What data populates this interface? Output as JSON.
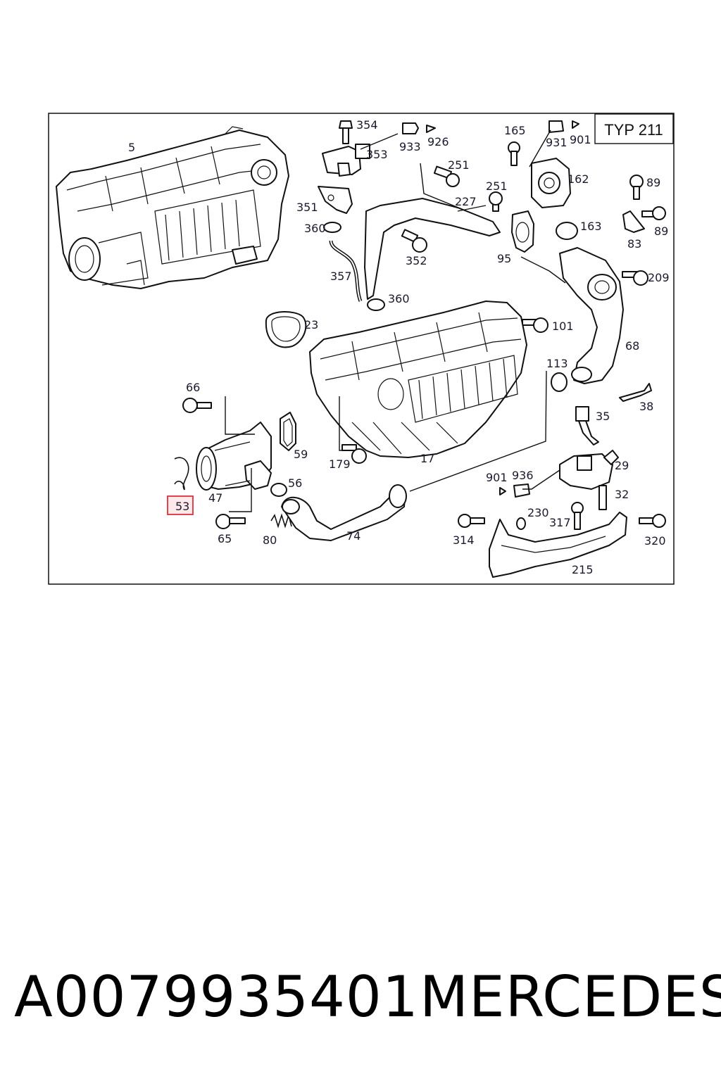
{
  "diagram": {
    "type_label": "TYP 211",
    "callouts": [
      {
        "id": "5",
        "text": "5"
      },
      {
        "id": "354",
        "text": "354"
      },
      {
        "id": "933",
        "text": "933"
      },
      {
        "id": "926",
        "text": "926"
      },
      {
        "id": "353",
        "text": "353"
      },
      {
        "id": "165",
        "text": "165"
      },
      {
        "id": "931",
        "text": "931"
      },
      {
        "id": "901a",
        "text": "901"
      },
      {
        "id": "251a",
        "text": "251"
      },
      {
        "id": "251b",
        "text": "251"
      },
      {
        "id": "162",
        "text": "162"
      },
      {
        "id": "89a",
        "text": "89"
      },
      {
        "id": "89b",
        "text": "89"
      },
      {
        "id": "351",
        "text": "351"
      },
      {
        "id": "227",
        "text": "227"
      },
      {
        "id": "360a",
        "text": "360"
      },
      {
        "id": "163",
        "text": "163"
      },
      {
        "id": "83",
        "text": "83"
      },
      {
        "id": "352",
        "text": "352"
      },
      {
        "id": "95",
        "text": "95"
      },
      {
        "id": "357",
        "text": "357"
      },
      {
        "id": "209",
        "text": "209"
      },
      {
        "id": "360b",
        "text": "360"
      },
      {
        "id": "23",
        "text": "23"
      },
      {
        "id": "101",
        "text": "101"
      },
      {
        "id": "68",
        "text": "68"
      },
      {
        "id": "113",
        "text": "113"
      },
      {
        "id": "66",
        "text": "66"
      },
      {
        "id": "38",
        "text": "38"
      },
      {
        "id": "35",
        "text": "35"
      },
      {
        "id": "59",
        "text": "59"
      },
      {
        "id": "179",
        "text": "179"
      },
      {
        "id": "17",
        "text": "17"
      },
      {
        "id": "29",
        "text": "29"
      },
      {
        "id": "901b",
        "text": "901"
      },
      {
        "id": "936",
        "text": "936"
      },
      {
        "id": "56",
        "text": "56"
      },
      {
        "id": "47",
        "text": "47"
      },
      {
        "id": "53",
        "text": "53"
      },
      {
        "id": "32",
        "text": "32"
      },
      {
        "id": "230",
        "text": "230"
      },
      {
        "id": "317",
        "text": "317"
      },
      {
        "id": "65",
        "text": "65"
      },
      {
        "id": "80",
        "text": "80"
      },
      {
        "id": "74",
        "text": "74"
      },
      {
        "id": "314",
        "text": "314"
      },
      {
        "id": "320",
        "text": "320"
      },
      {
        "id": "215",
        "text": "215"
      }
    ],
    "highlighted_callout": "53",
    "colors": {
      "line": "#111111",
      "label": "#1a1a2e",
      "highlight_border": "#e0303a",
      "highlight_fill": "#fde8ea"
    }
  },
  "caption": {
    "part_number": "A0079935401",
    "brand": "MERCEDES"
  }
}
